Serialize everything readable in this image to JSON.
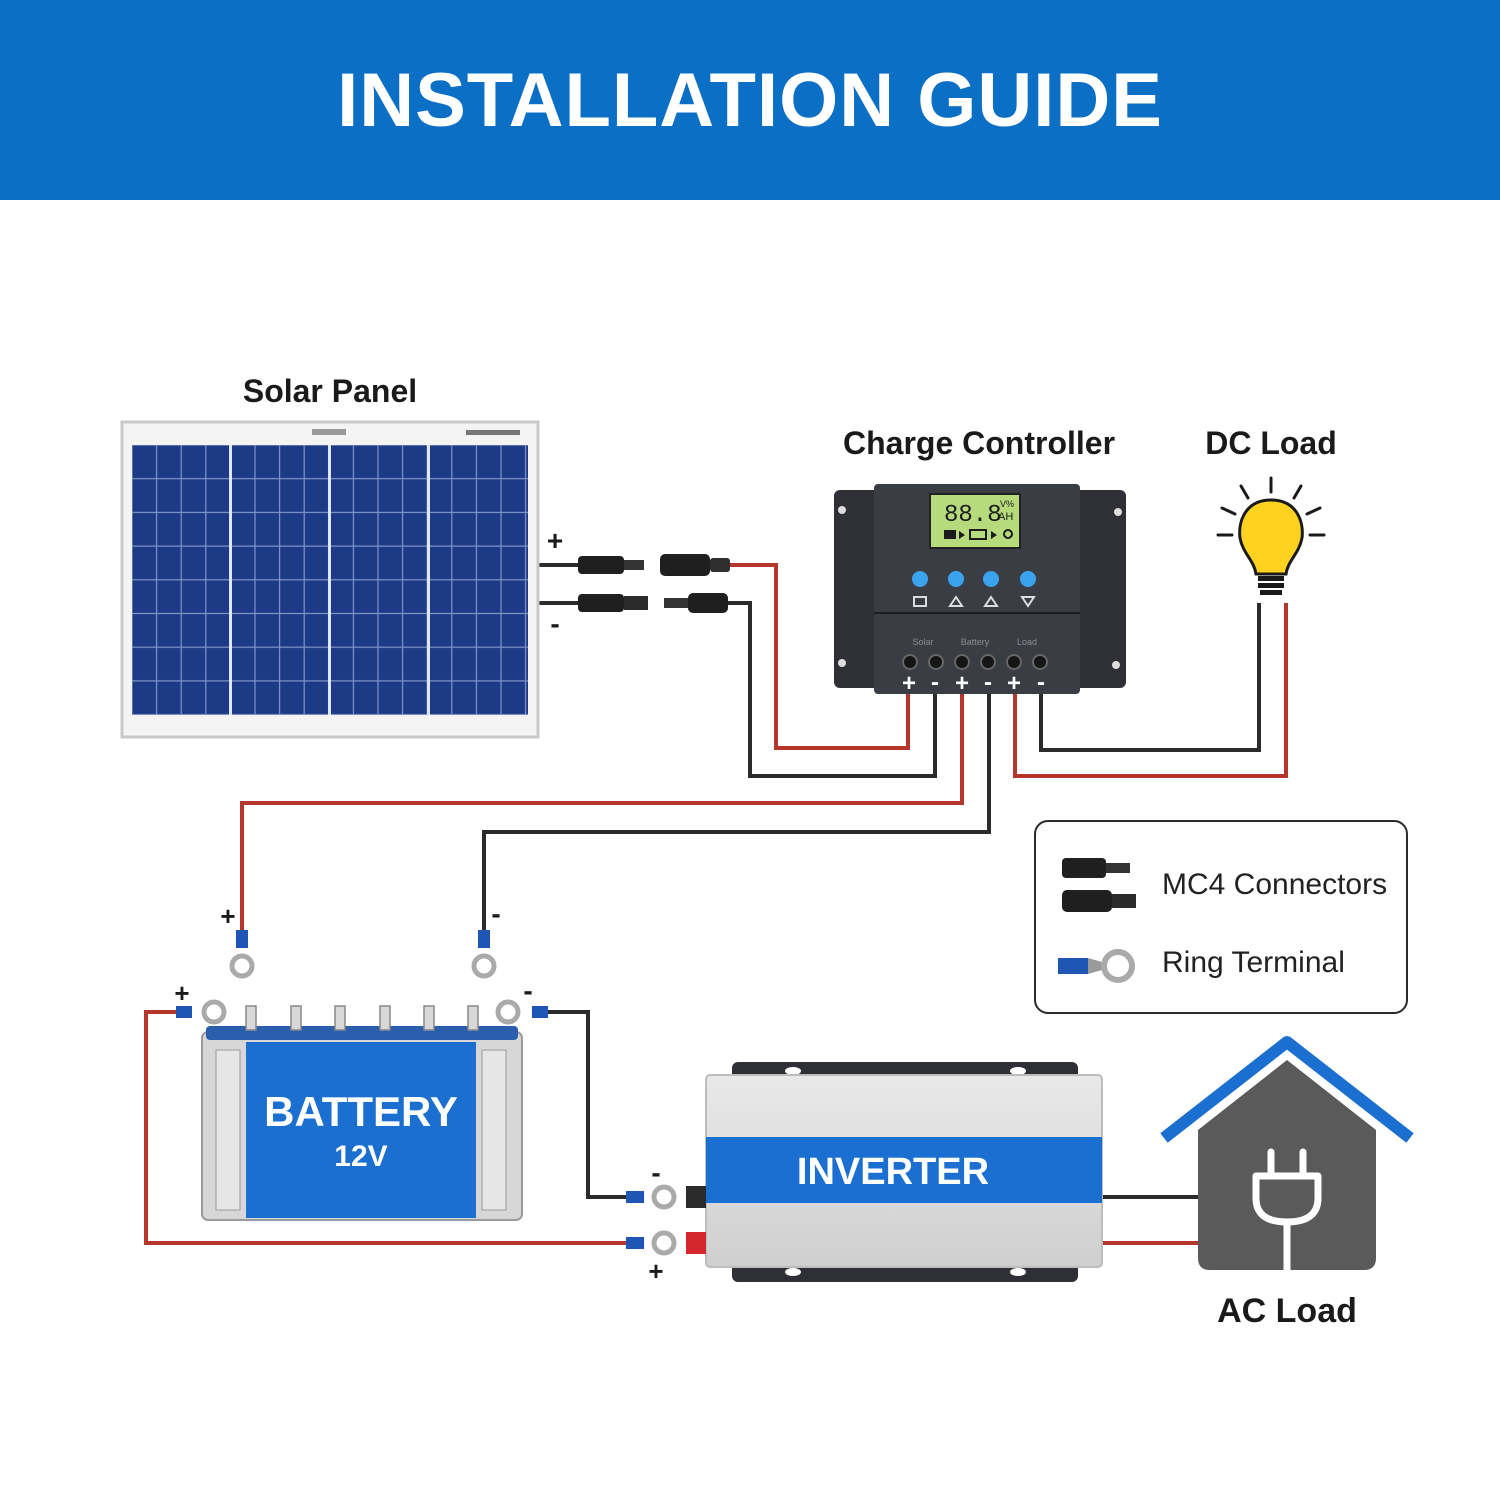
{
  "header": {
    "title": "INSTALLATION GUIDE"
  },
  "labels": {
    "solar_panel": "Solar Panel",
    "charge_controller": "Charge Controller",
    "dc_load": "DC Load",
    "ac_load": "AC Load",
    "battery_title": "BATTERY",
    "battery_voltage": "12V",
    "inverter": "INVERTER",
    "lcd_digits": "88.8",
    "lcd_unit_top": "V%",
    "lcd_unit_bottom": "AH",
    "terminal_groups": [
      "Solar",
      "Battery",
      "Load"
    ]
  },
  "polarity": {
    "plus": "+",
    "minus": "-"
  },
  "legend": {
    "items": [
      {
        "label": "MC4 Connectors",
        "icon": "mc4-connector-icon"
      },
      {
        "label": "Ring Terminal",
        "icon": "ring-terminal-icon"
      }
    ]
  },
  "colors": {
    "brand_blue": "#0b6fc6",
    "wire_red": "#b5372b",
    "wire_black": "#2b2b2b",
    "house_gray": "#5a5a5a",
    "bulb_yellow": "#ffd21f"
  }
}
